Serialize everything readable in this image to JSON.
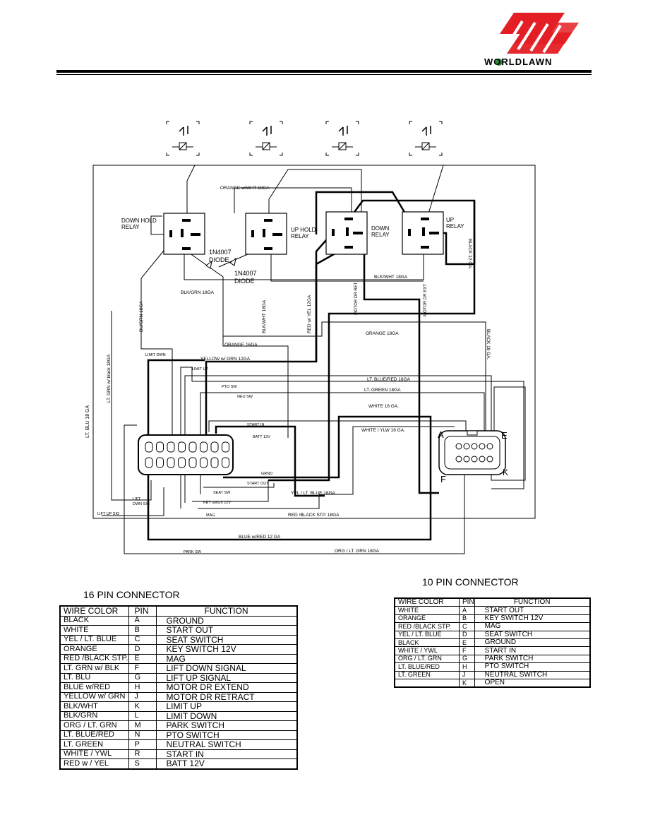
{
  "header": {
    "brand": "WORLDLAWN",
    "logo_color": "#e31e24"
  },
  "diagram": {
    "relays": {
      "down_hold": "DOWN HOLD RELAY",
      "up_hold": "UP HOLD RELAY",
      "down": "DOWN RELAY",
      "up": "UP RELAY"
    },
    "diodes": [
      "1N4007 DIODE",
      "1N4007 DIODE"
    ],
    "wire_labels": {
      "orange_wht": "ORANGE w/WHT 18GA",
      "blk_grn_18": "BLK/GRN 18GA",
      "blk_wht_18": "BLK/WHT 18GA",
      "black_12": "BLACK 12 GA.",
      "black_18": "BLACK 18 GA.",
      "bu_grn_18": "BU/GRN 18GA",
      "blk_wht_18_v": "BLK/WHT 18GA",
      "red_yel_12": "RED w/ YEL 12GA",
      "motor_dr_ret": "MOTOR DR RET",
      "motor_dr_ext": "MOTOR DR EXT",
      "orange_18a": "ORANGE 18GA",
      "orange_16": "ORANGE 16GA",
      "lt_grn_blk": "LT. GRN w/ black 18GA",
      "lt_blu_18": "LT. BLU 18 GA",
      "limit_dwn": "LIMIT DWN",
      "yellow_grn": "YELLOW w/ GRN 12GA",
      "limit_up": "LIMIT UP",
      "lt_blue_red": "LT. BLUE/RED 18GA",
      "pto_sw": "PTO SW",
      "lt_green": "LT. GREEN 18GA",
      "neu_sw": "NEU SW",
      "white_16": "WHITE 16 GA.",
      "start_in": "START IN",
      "white_ylw": "WHITE / YLW 16 GA.",
      "batt_12v": "BATT 12V",
      "grnd": "GRND",
      "start_out": "START OUT",
      "seat_sw": "SEAT SW",
      "yel_lt_blue": "YEL / LT. BLUE 18GA",
      "key_switch": "KEY switch 12V",
      "mag": "MAG",
      "red_black": "RED /BLACK STP. 18GA",
      "lift_dwn_sig": "LIFT DWN SIG",
      "lift_up_sig": "LIFT UP SIG",
      "blue_red": "BLUE w/RED 12 GA",
      "park_sw": "PARK SW",
      "org_lt_grn": "ORG / LT. GRN 18GA"
    },
    "connector_letters": [
      "A",
      "E",
      "F",
      "K"
    ]
  },
  "table16": {
    "title": "16 PIN CONNECTOR",
    "headers": [
      "WIRE COLOR",
      "PIN",
      "FUNCTION"
    ],
    "rows": [
      [
        "BLACK",
        "A",
        "GROUND"
      ],
      [
        "WHITE",
        "B",
        "START OUT"
      ],
      [
        "YEL / LT. BLUE",
        "C",
        "SEAT SWITCH"
      ],
      [
        "ORANGE",
        "D",
        "KEY SWITCH 12V"
      ],
      [
        "RED /BLACK STP.",
        "E",
        "MAG"
      ],
      [
        "LT. GRN w/ BLK",
        "F",
        "LIFT DOWN SIGNAL"
      ],
      [
        "LT. BLU",
        "G",
        "LIFT UP SIGNAL"
      ],
      [
        "BLUE w/RED",
        "H",
        "MOTOR DR EXTEND"
      ],
      [
        "YELLOW w/ GRN",
        "J",
        "MOTOR DR RETRACT"
      ],
      [
        "BLK/WHT",
        "K",
        "LIMIT UP"
      ],
      [
        "BLK/GRN",
        "L",
        "LIMIT DOWN"
      ],
      [
        "ORG / LT. GRN",
        "M",
        "PARK SWITCH"
      ],
      [
        "LT. BLUE/RED",
        "N",
        "PTO SWITCH"
      ],
      [
        "LT. GREEN",
        "P",
        "NEUTRAL SWITCH"
      ],
      [
        "WHITE / YWL",
        "R",
        "START IN"
      ],
      [
        "RED w / YEL",
        "S",
        "BATT 12V"
      ]
    ]
  },
  "table10": {
    "title": "10 PIN CONNECTOR",
    "headers": [
      "WIRE COLOR",
      "PIN",
      "FUNCTION"
    ],
    "rows": [
      [
        "WHITE",
        "A",
        "START OUT"
      ],
      [
        "ORANGE",
        "B",
        "KEY SWITCH 12V"
      ],
      [
        "RED /BLACK STP.",
        "C",
        "MAG"
      ],
      [
        "YEL / LT. BLUE",
        "D",
        "SEAT SWITCH"
      ],
      [
        "BLACK",
        "E",
        "GROUND"
      ],
      [
        "WHITE / YWL",
        "F",
        "START IN"
      ],
      [
        "ORG / LT. GRN",
        "G",
        "PARK SWITCH"
      ],
      [
        "LT. BLUE/RED",
        "H",
        "PTO SWITCH"
      ],
      [
        "LT. GREEN",
        "J",
        "NEUTRAL SWITCH"
      ],
      [
        "",
        "K",
        "OPEN"
      ]
    ]
  }
}
